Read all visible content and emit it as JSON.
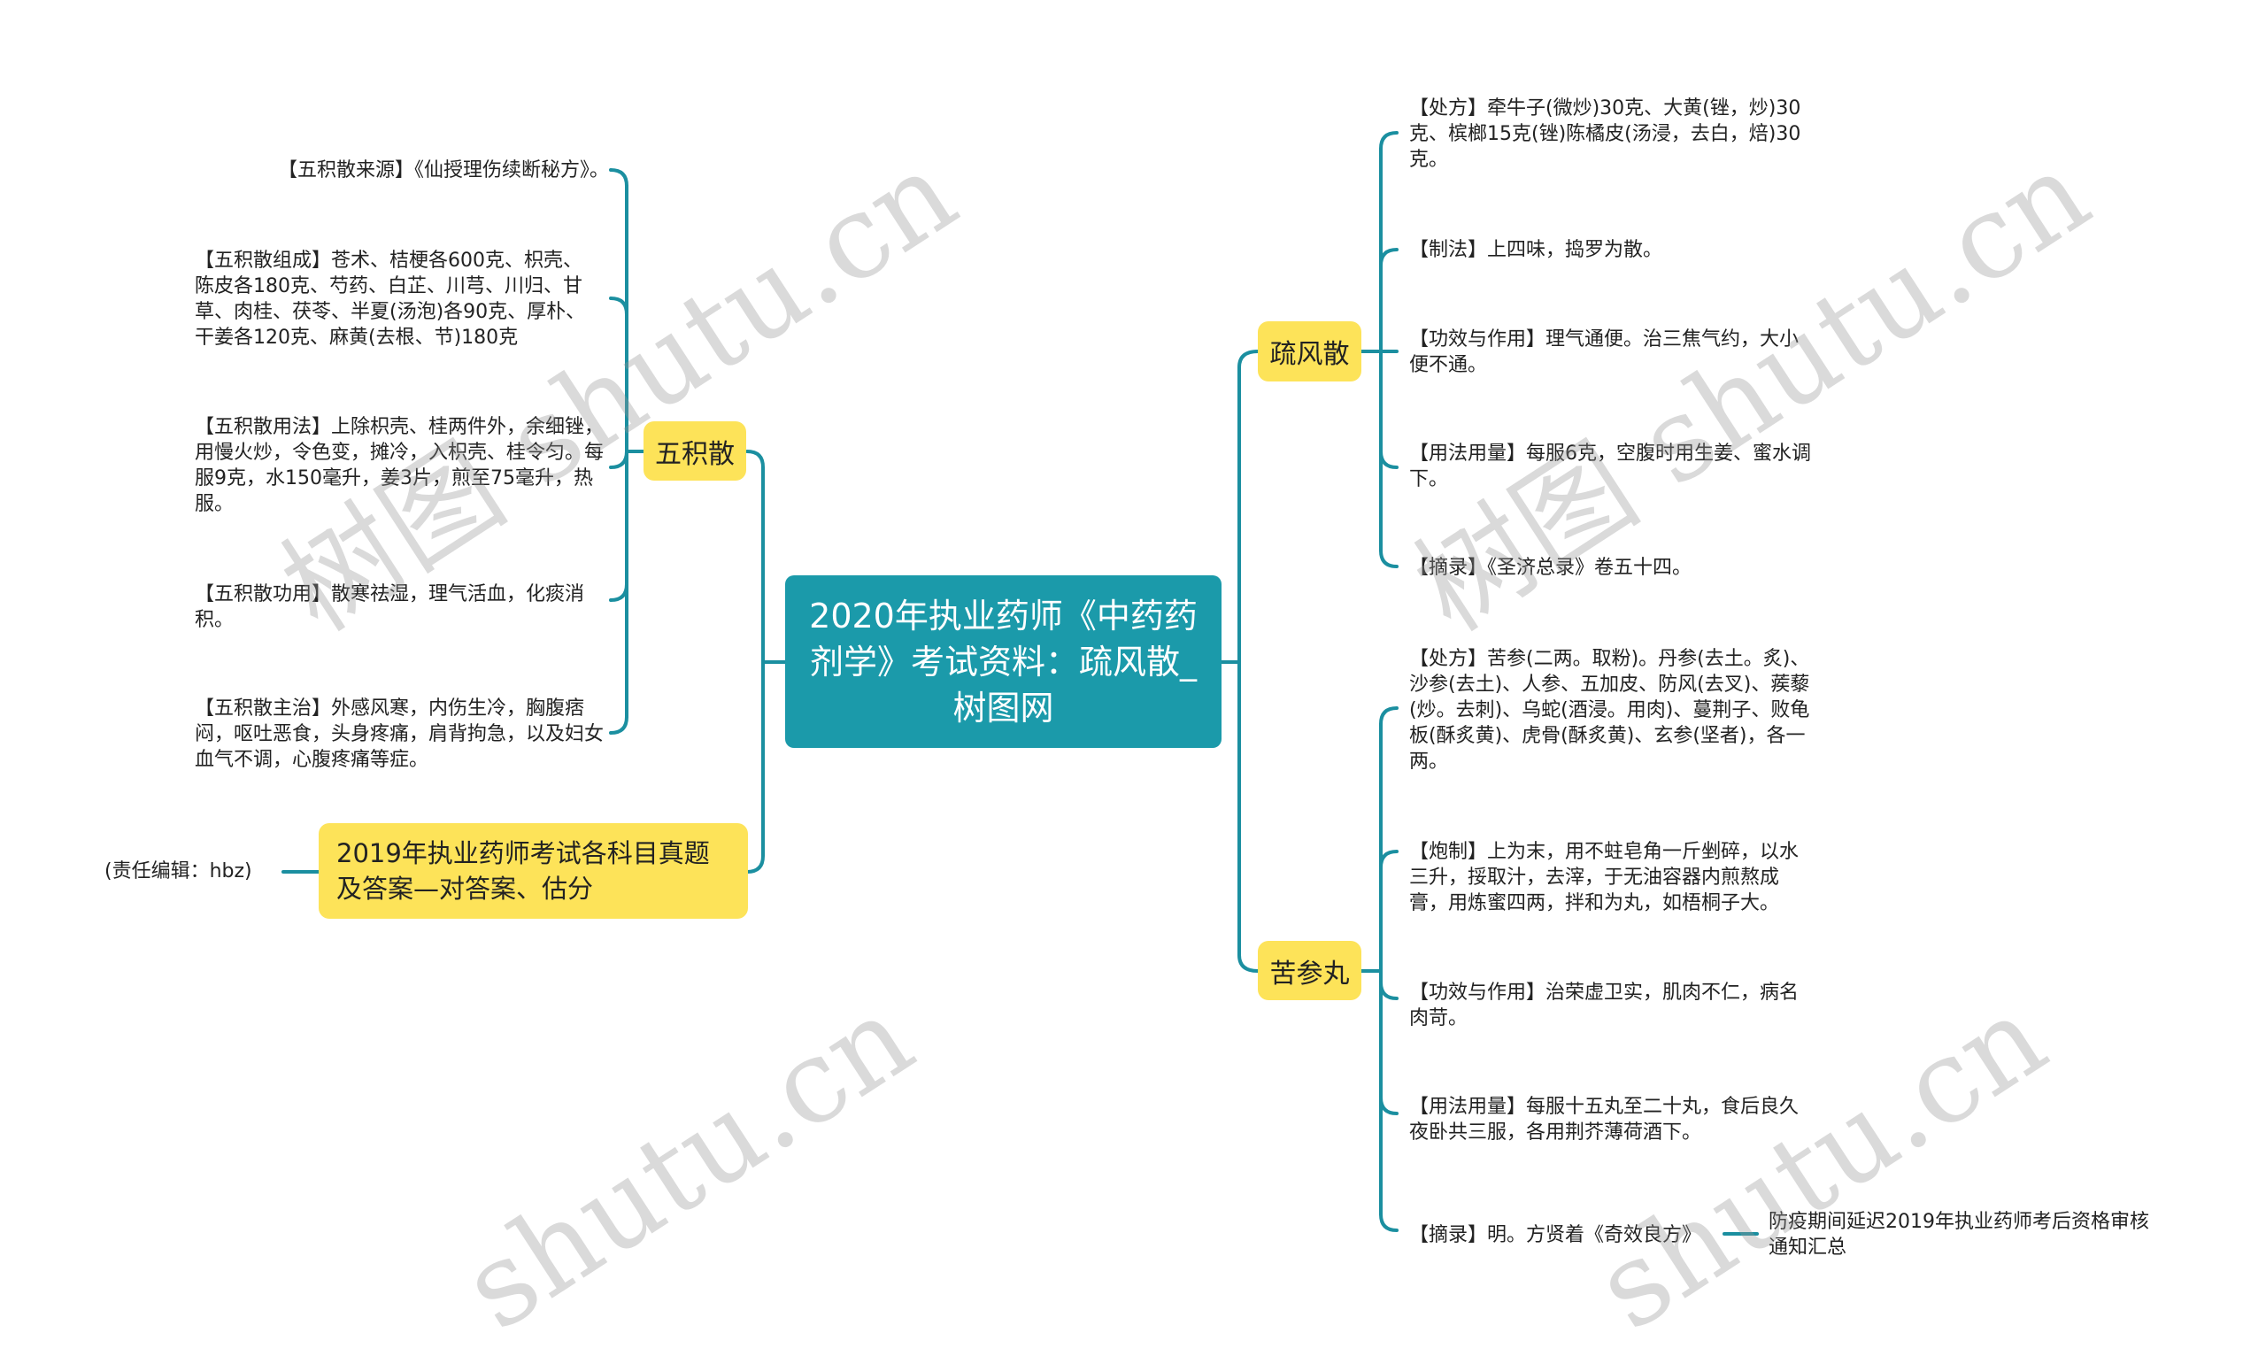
{
  "root": {
    "title": "2020年执业药师《中药药剂学》考试资料：疏风散_树图网"
  },
  "left": {
    "wujisan": {
      "label": "五积散",
      "children": [
        "【五积散来源】《仙授理伤续断秘方》。",
        "【五积散组成】苍术、桔梗各600克、枳壳、陈皮各180克、芍药、白芷、川芎、川归、甘草、肉桂、茯苓、半夏(汤泡)各90克、厚朴、干姜各120克、麻黄(去根、节)180克",
        "【五积散用法】上除枳壳、桂两件外，余细锉，用慢火炒，令色变，摊冷，入枳壳、桂令匀。每服9克，水150毫升，姜3片，煎至75毫升，热服。",
        "【五积散功用】散寒祛湿，理气活血，化痰消积。",
        "【五积散主治】外感风寒，内伤生冷，胸腹痞闷，呕吐恶食，头身疼痛，肩背拘急，以及妇女血气不调，心腹疼痛等症。"
      ]
    },
    "related": {
      "label": "2019年执业药师考试各科目真题及答案—对答案、估分",
      "child": "(责任编辑：hbz)"
    }
  },
  "right": {
    "shufengsan": {
      "label": "疏风散",
      "children": [
        "【处方】牵牛子(微炒)30克、大黄(锉，炒)30克、槟榔15克(锉)陈橘皮(汤浸，去白，焙)30克。",
        "【制法】上四味，捣罗为散。",
        "【功效与作用】理气通便。治三焦气约，大小便不通。",
        "【用法用量】每服6克，空腹时用生姜、蜜水调下。",
        "【摘录】《圣济总录》卷五十四。"
      ]
    },
    "kushenwan": {
      "label": "苦参丸",
      "children": [
        "【处方】苦参(二两。取粉)。丹参(去土。炙)、沙参(去土)、人参、五加皮、防风(去叉)、蒺藜(炒。去刺)、乌蛇(酒浸。用肉)、蔓荆子、败龟板(酥炙黄)、虎骨(酥炙黄)、玄参(坚者)，各一两。",
        "【炮制】上为末，用不蛀皂角一斤剉碎，以水三升，挼取汁，去滓，于无油容器内煎熬成膏，用炼蜜四两，拌和为丸，如梧桐子大。",
        "【功效与作用】治荣虚卫实，肌肉不仁，病名肉苛。",
        "【用法用量】每服十五丸至二十丸，食后良久夜卧共三服，各用荆芥薄荷酒下。",
        "【摘录】明。方贤着《奇效良方》"
      ],
      "extra": "防疫期间延迟2019年执业药师考后资格审核通知汇总"
    }
  },
  "watermarks": [
    "树图 shutu.cn",
    "树图 shutu.cn",
    "shutu.cn",
    "shutu.cn"
  ],
  "colors": {
    "root_bg": "#1b9aaa",
    "branch_bg": "#fde359",
    "line": "#1b8fa0"
  }
}
